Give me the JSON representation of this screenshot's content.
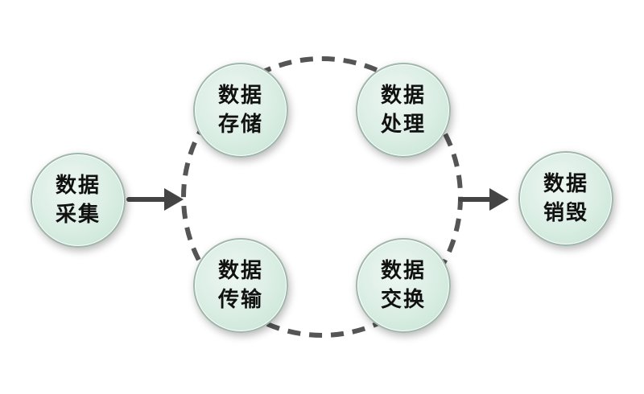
{
  "nodes": {
    "collect": {
      "line1": "数据",
      "line2": "采集"
    },
    "storage": {
      "line1": "数据",
      "line2": "存储"
    },
    "process": {
      "line1": "数据",
      "line2": "处理"
    },
    "transfer": {
      "line1": "数据",
      "line2": "传输"
    },
    "exchange": {
      "line1": "数据",
      "line2": "交换"
    },
    "destroy": {
      "line1": "数据",
      "line2": "销毁"
    }
  },
  "colors": {
    "node_fill": "#d9ede3",
    "node_border": "#9fb8ab",
    "connector": "#444444",
    "text": "#111111"
  }
}
